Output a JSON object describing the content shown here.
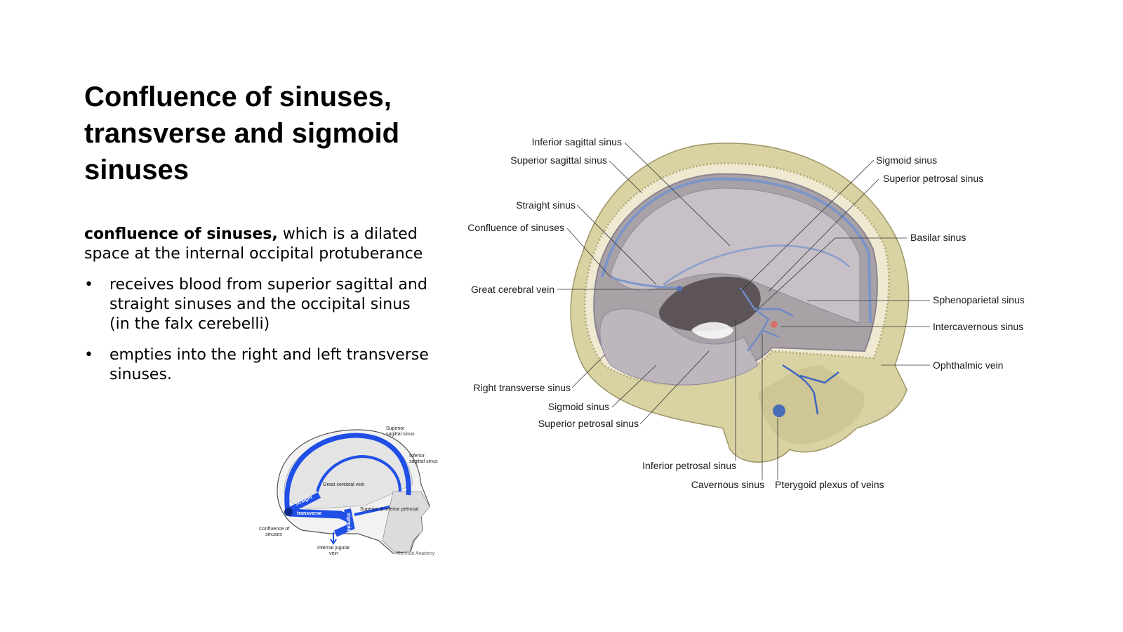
{
  "slide": {
    "title": "Confluence of sinuses, transverse and sigmoid sinuses",
    "lead_bold": "confluence of sinuses,",
    "lead_rest": " which is a dilated space at the internal occipital protuberance",
    "bullets": [
      "receives blood from superior sagittal and straight sinuses and the occipital sinus (in the falx cerebelli)",
      "empties into the right and left transverse sinuses."
    ],
    "bullet_glyph": "•"
  },
  "main_diagram": {
    "labels": {
      "inferior_sagittal_sinus": "Inferior sagittal sinus",
      "superior_sagittal_sinus": "Superior sagittal sinus",
      "straight_sinus": "Straight sinus",
      "confluence_of_sinuses": "Confluence of sinuses",
      "great_cerebral_vein": "Great cerebral vein",
      "right_transverse_sinus": "Right transverse sinus",
      "sigmoid_sinus_left": "Sigmoid sinus",
      "superior_petrosal_sinus_left": "Superior petrosal sinus",
      "inferior_petrosal_sinus": "Inferior petrosal sinus",
      "cavernous_sinus": "Cavernous sinus",
      "pterygoid_plexus_of_veins": "Pterygoid plexus of veins",
      "sigmoid_sinus_right": "Sigmoid sinus",
      "superior_petrosal_sinus_right": "Superior petrosal sinus",
      "basilar_sinus": "Basilar sinus",
      "sphenoparietal_sinus": "Sphenoparietal sinus",
      "intercavernous_sinus": "Intercavernous sinus",
      "ophthalmic_vein": "Ophthalmic vein"
    }
  },
  "small_diagram": {
    "labels": {
      "superior_sagittal_1": "Superior",
      "superior_sagittal_2": "sagittal sinus",
      "inferior_sagittal_1": "Inferior",
      "inferior_sagittal_2": "sagittal sinus",
      "great_cerebral_vein": "Great cerebral vein",
      "superior_inferior_petrosal": "Superior & inferior petrosal",
      "straight": "straight",
      "transverse": "transverse",
      "sigmoid": "sigmoid",
      "confluence_1": "Confluence of",
      "confluence_2": "sinuses",
      "internal_jugular_1": "Internal jugular",
      "internal_jugular_2": "vein",
      "watermark": "Kenhub Anatomy"
    }
  },
  "colors": {
    "bone": "#d9d2a3",
    "dura": "#a8a2a6",
    "sinus_blue": "#7c95c8",
    "small_blue": "#1f4fe6"
  }
}
